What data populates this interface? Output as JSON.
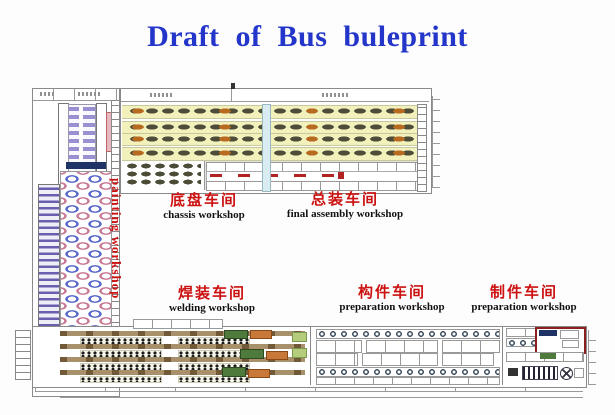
{
  "title": {
    "text": "Draft of Bus buleprint"
  },
  "labels": {
    "painting": {
      "en": "painting workshop"
    },
    "chassis": {
      "zh": "底盘车间",
      "en": "chassis workshop"
    },
    "final_assembly": {
      "zh": "总装车间",
      "en": "final assembly workshop"
    },
    "welding": {
      "zh": "焊装车间",
      "en": "welding workshop"
    },
    "component": {
      "zh": "构件车间",
      "en": "preparation workshop"
    },
    "parts": {
      "zh": "制件车间",
      "en": "preparation workshop"
    }
  },
  "colors": {
    "title_blue": "#2336c9",
    "label_red": "#cc1111",
    "label_en": "#111111",
    "lane_yellow": "#f2f0bb",
    "tan": "#a8906a",
    "vehicle_dark": "#4c4c38",
    "vehicle_orange": "#b86a20",
    "marker_red": "#b22222",
    "green_vehicle": "#4e7a3c",
    "orange_vehicle": "#c87838",
    "light_green_vehicle": "#b4cc7c",
    "cyan_divider": "#d8ecf2",
    "purple": "#9a8fd0",
    "navy": "#1f3366",
    "highlight_box_red": "#8a1f1f"
  }
}
